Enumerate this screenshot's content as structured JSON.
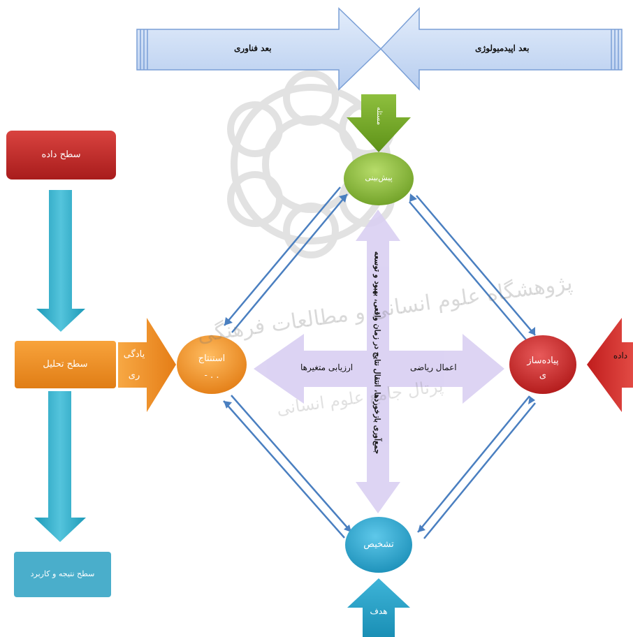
{
  "top_banner": {
    "left_label": "بعد فناوری",
    "right_label": "بعد اپیدمیولوژی"
  },
  "level_boxes": {
    "data_level": "سطح داده",
    "analysis_level": "سطح تحلیل",
    "result_level": "سطح نتیجه و کاربرد"
  },
  "nodes": {
    "top": "پیش‌بینی",
    "left_line1": "استنتاج",
    "left_line2": "- . .",
    "right_line1": "پیاده‌ساز",
    "right_line2": "ی",
    "bottom": "تشخیص"
  },
  "input_arrows": {
    "top": "مسئله",
    "bottom": "هدف",
    "right": "داده",
    "left_line1": "یادگی",
    "left_line2": "ری"
  },
  "center_arrows": {
    "left_label": "ارزیابی متغیرها",
    "right_label": "اعمال ریاضی",
    "vertical_label": "جمع‌آوری بازخوردها، انتقال نتایج در زمان واقعی، بهبود و توسعه"
  },
  "watermark": {
    "line1": "پژوهشگاه علوم انسانی و مطالعات فرهنگی",
    "line2": "پرتال جامع علوم انسانی"
  },
  "colors": {
    "top_node": "#8ab83a",
    "left_node": "#f0902a",
    "right_node": "#c8202a",
    "bottom_node": "#2aa0c8",
    "link_arrow": "#4a7fc0",
    "banner": "#c9dcf7",
    "center_arrow": "#d8cdf0",
    "data_box": "#c62a2a",
    "analysis_box": "#f0902a",
    "result_box": "#4aaecb"
  }
}
